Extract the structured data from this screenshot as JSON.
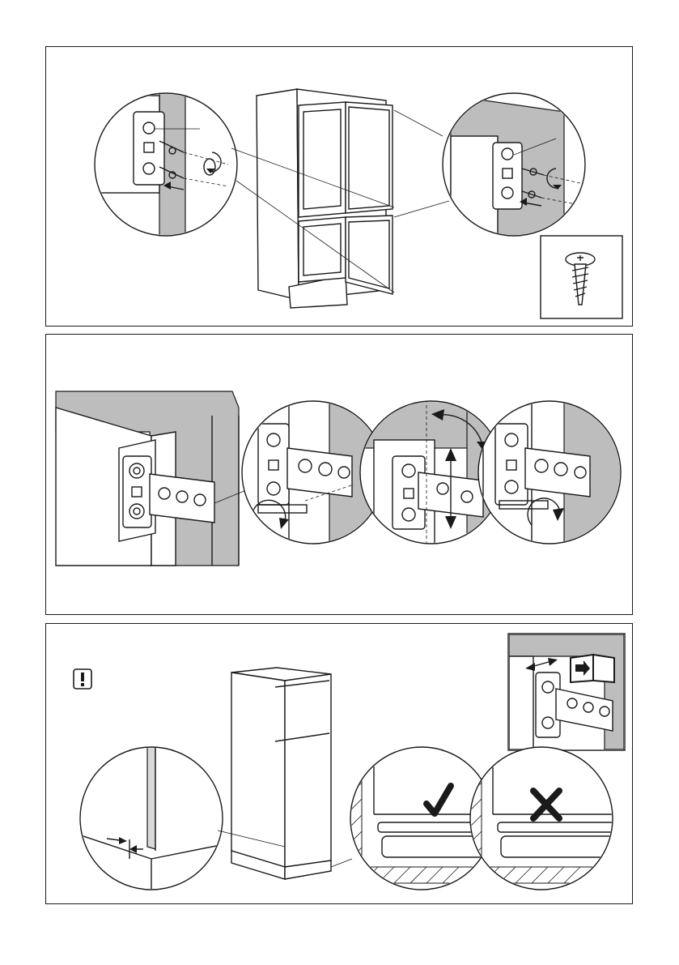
{
  "steps": [
    {
      "id": "step-1",
      "icons": [
        "screw-icon",
        "rotate-arrow-icon",
        "push-arrow-icon"
      ]
    },
    {
      "id": "step-2",
      "icons": [
        "hinge-bracket-icon",
        "rotate-arrow-icon",
        "adjust-arrow-icon"
      ]
    },
    {
      "id": "step-3",
      "icons": [
        "warning-icon",
        "manual-book-icon",
        "check-icon",
        "cross-icon"
      ]
    }
  ],
  "colors": {
    "line": "#1a1a1a",
    "wall": "#bdbdbd",
    "light": "#d9d9d9",
    "background": "#ffffff"
  }
}
